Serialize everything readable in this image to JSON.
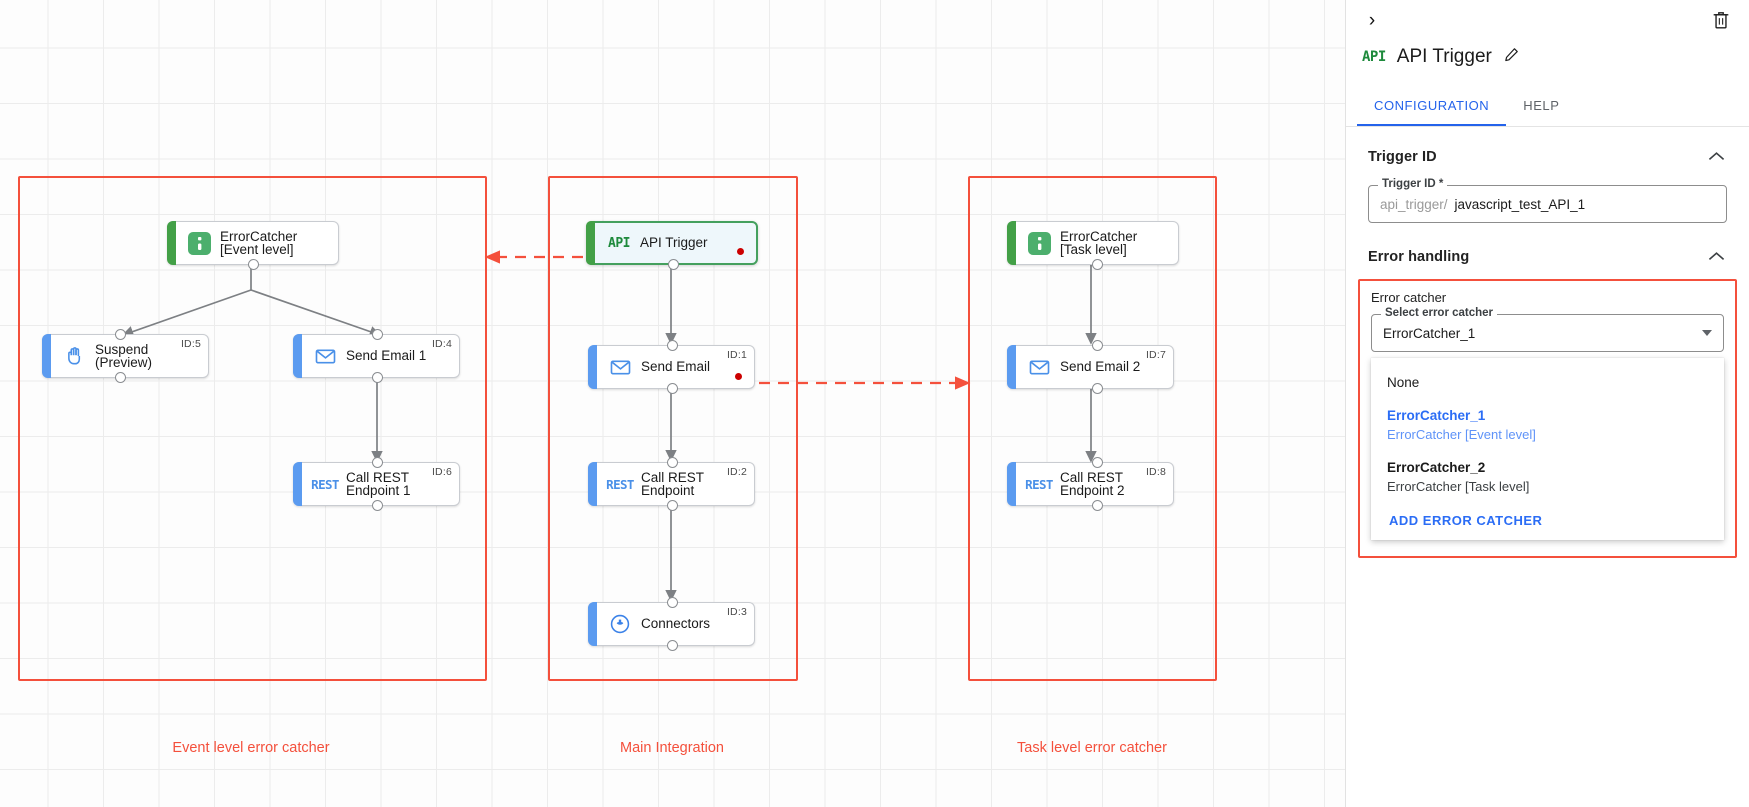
{
  "canvas": {
    "groups": [
      {
        "label": "Event level error catcher"
      },
      {
        "label": "Main Integration"
      },
      {
        "label": "Task level error catcher"
      }
    ],
    "nodes": [
      {
        "key": "errorcatcher_event",
        "title": "ErrorCatcher\n[Event level]",
        "icon": "error-catcher-icon",
        "id_label": "",
        "accent": "#43a047"
      },
      {
        "key": "suspend",
        "title": "Suspend\n(Preview)",
        "icon": "hand-suspend-icon",
        "id_label": "ID:5",
        "accent": "#4a90e8"
      },
      {
        "key": "send_email_1",
        "title": "Send Email 1",
        "icon": "envelope-icon",
        "id_label": "ID:4",
        "accent": "#4a90e8"
      },
      {
        "key": "call_rest_endpoint_1",
        "title": "Call REST\nEndpoint 1",
        "icon": "rest-icon",
        "id_label": "ID:6",
        "accent": "#4a90e8"
      },
      {
        "key": "api_trigger",
        "title": "API Trigger",
        "icon": "api-icon",
        "id_label": "",
        "accent": "#43a047"
      },
      {
        "key": "send_email",
        "title": "Send Email",
        "icon": "envelope-icon",
        "id_label": "ID:1",
        "accent": "#4a90e8"
      },
      {
        "key": "call_rest_endpoint",
        "title": "Call REST\nEndpoint",
        "icon": "rest-icon",
        "id_label": "ID:2",
        "accent": "#4a90e8"
      },
      {
        "key": "connectors",
        "title": "Connectors",
        "icon": "connectors-icon",
        "id_label": "ID:3",
        "accent": "#4a90e8"
      },
      {
        "key": "errorcatcher_task",
        "title": "ErrorCatcher\n[Task level]",
        "icon": "error-catcher-icon",
        "id_label": "",
        "accent": "#43a047"
      },
      {
        "key": "send_email_2",
        "title": "Send Email 2",
        "icon": "envelope-icon",
        "id_label": "ID:7",
        "accent": "#4a90e8"
      },
      {
        "key": "call_rest_endpoint_2",
        "title": "Call REST\nEndpoint 2",
        "icon": "rest-icon",
        "id_label": "ID:8",
        "accent": "#4a90e8"
      }
    ],
    "icon_text": {
      "api": "API",
      "rest": "REST"
    },
    "group_border_color": "#f4503c",
    "dashed_link_color": "#f4503c"
  },
  "panel": {
    "collapse_icon": "›",
    "delete_icon": "delete-icon",
    "node_type_icon": "API",
    "title": "API Trigger",
    "edit_icon": "pencil-icon",
    "tabs": [
      {
        "label": "CONFIGURATION",
        "active": true
      },
      {
        "label": "HELP",
        "active": false
      }
    ],
    "trigger_id_section": {
      "heading": "Trigger ID",
      "collapse_caret": "⌃",
      "field_legend": "Trigger ID *",
      "prefix": "api_trigger/",
      "value": "javascript_test_API_1"
    },
    "error_handling_section": {
      "heading": "Error handling",
      "collapse_caret": "⌃",
      "error_catcher_label": "Error catcher",
      "select_legend": "Select error catcher",
      "selected_value": "ErrorCatcher_1",
      "options": [
        {
          "primary": "None",
          "secondary": "",
          "selected": false
        },
        {
          "primary": "ErrorCatcher_1",
          "secondary": "ErrorCatcher [Event level]",
          "selected": true
        },
        {
          "primary": "ErrorCatcher_2",
          "secondary": "ErrorCatcher [Task level]",
          "selected": false
        }
      ],
      "add_action": "ADD ERROR CATCHER"
    },
    "accent_color": "#2463eb",
    "highlight_color": "#f4503c"
  }
}
